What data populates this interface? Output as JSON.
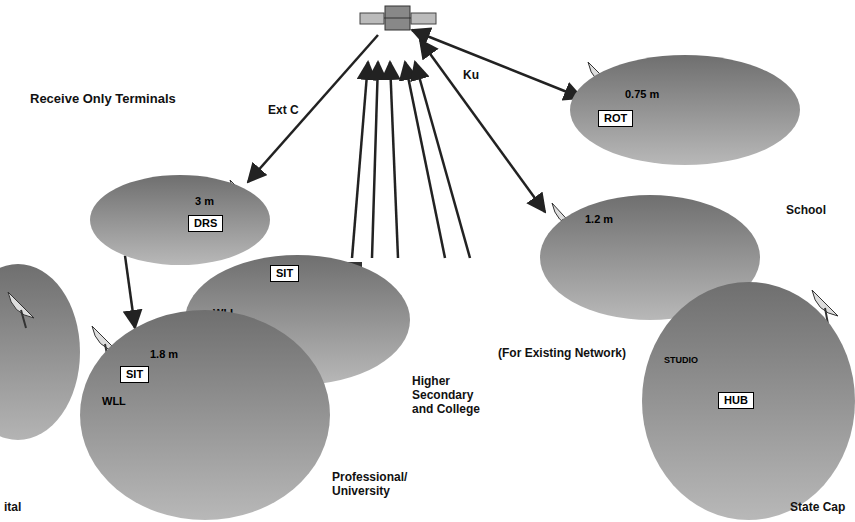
{
  "diagram": {
    "nodes": [
      {
        "text": [
          "3 m"
        ]
      },
      {
        "text": [
          "DRS"
        ],
        "in": 0
      },
      {
        "text": [
          "0.75 m"
        ]
      },
      {
        "text": [
          "ROT"
        ],
        "in": 2
      },
      {
        "text": [
          "1.2 m"
        ]
      },
      {
        "text": [
          "WLL"
        ]
      },
      {
        "text": [
          "SIT"
        ],
        "in": 5
      },
      {
        "text": [
          "1.8 m",
          "WLL"
        ]
      },
      {
        "text": [
          "SIT"
        ],
        "in": 7
      },
      {
        "text": [
          "STUDIO"
        ]
      },
      {
        "text": [
          "HUB"
        ],
        "in": 9
      }
    ],
    "edges": [
      {
        "from": 0,
        "to": 7,
        "arrow": "to"
      }
    ],
    "labels": [
      "Receive Only Terminals",
      "Ext C",
      "Ku",
      "School",
      "(For Existing Network)",
      "Higher Secondary and College",
      "Professional/ University",
      "ital",
      "State Cap"
    ]
  }
}
